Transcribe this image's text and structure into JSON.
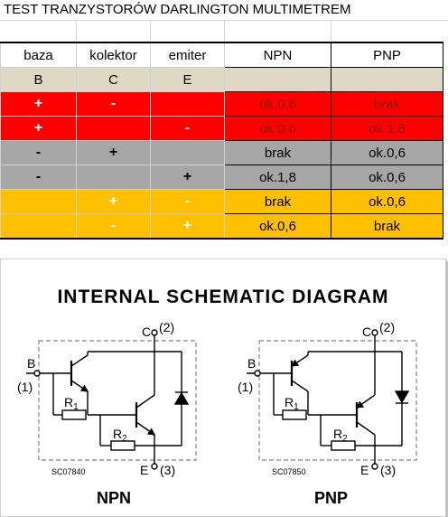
{
  "sheet": {
    "title": "TEST TRANZYSTORÓW  DARLINGTON MULTIMETREM"
  },
  "table": {
    "headers": [
      "baza",
      "kolektor",
      "emiter",
      "NPN",
      "PNP"
    ],
    "pin_labels": [
      "B",
      "C",
      "E",
      "",
      ""
    ],
    "rows": [
      {
        "color": "red",
        "cells": [
          "+",
          "-",
          "",
          "ok.0,6",
          "brak"
        ]
      },
      {
        "color": "red",
        "cells": [
          "+",
          "",
          "-",
          "ok.0,6",
          "ok.1,8"
        ]
      },
      {
        "color": "gray",
        "cells": [
          "-",
          "+",
          "",
          "brak",
          "ok.0,6"
        ]
      },
      {
        "color": "gray",
        "cells": [
          "-",
          "",
          "+",
          "ok.1,8",
          "ok.0,6"
        ]
      },
      {
        "color": "orange",
        "cells": [
          "",
          "+",
          "-",
          "brak",
          "ok.0,6"
        ]
      },
      {
        "color": "orange",
        "cells": [
          "",
          "-",
          "+",
          "ok.0,6",
          "brak"
        ]
      }
    ],
    "colors": {
      "red": "#ff0000",
      "gray": "#a6a6a6",
      "orange": "#ffc000",
      "labels": "#ddd9c4"
    }
  },
  "diagram": {
    "title": "INTERNAL  SCHEMATIC  DIAGRAM",
    "npn": {
      "caption": "NPN",
      "code": "SC07840",
      "collector": "C",
      "collector_pin": "(2)",
      "base": "B",
      "base_pin": "(1)",
      "emitter": "E",
      "emitter_pin": "(3)",
      "r1": "R",
      "r1_sub": "1",
      "r2": "R",
      "r2_sub": "2"
    },
    "pnp": {
      "caption": "PNP",
      "code": "SC07850",
      "collector": "C",
      "collector_pin": "(2)",
      "base": "B",
      "base_pin": "(1)",
      "emitter": "E",
      "emitter_pin": "(3)",
      "r1": "R",
      "r1_sub": "1",
      "r2": "R",
      "r2_sub": "2"
    }
  }
}
